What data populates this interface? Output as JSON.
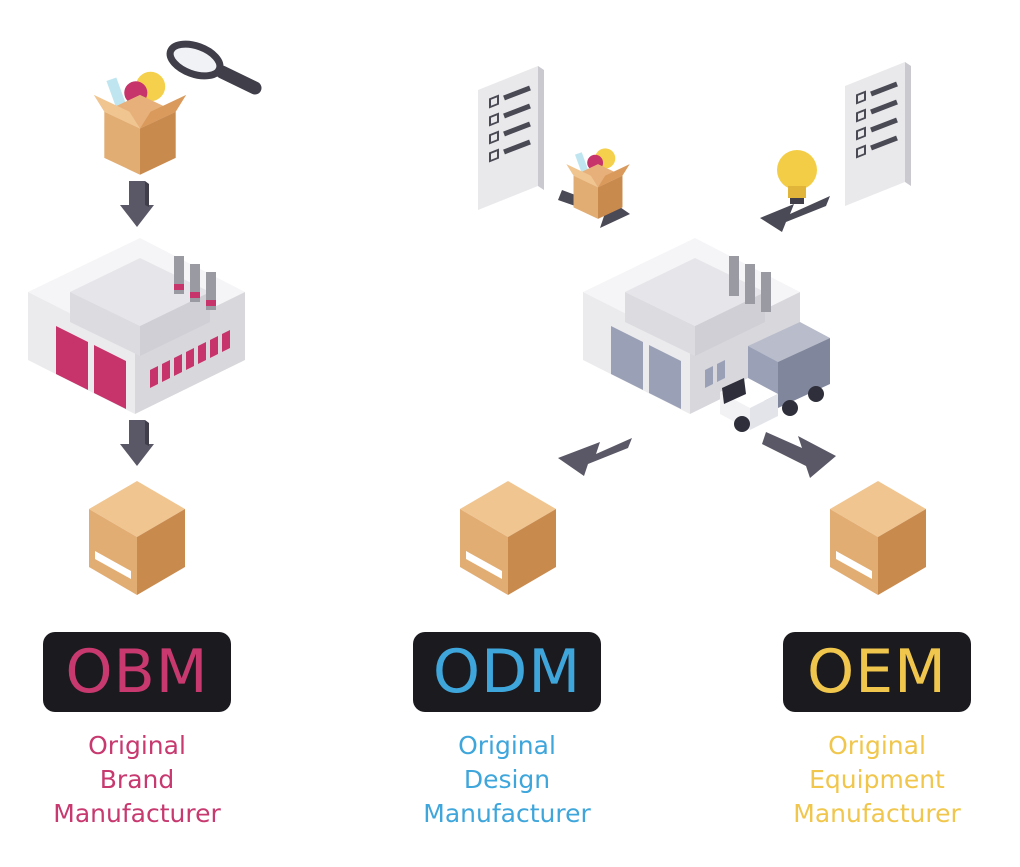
{
  "colors": {
    "obm": "#c7396f",
    "odm": "#3fa6dc",
    "oem": "#f0c64c",
    "badge_bg": "#1b1a1f",
    "arrow": "#5a5866",
    "box_left": "#e2ad73",
    "box_right": "#c98a4e",
    "box_top": "#f0c590",
    "factory_wall": "#f2f2f4",
    "factory_side": "#dcdce0",
    "obm_door": "#c7336b",
    "odm_door": "#9aa0b6"
  },
  "icons": [
    "box-of-ideas-icon",
    "magnifier-icon",
    "factory-icon",
    "delivery-truck-icon",
    "document-checklist-icon",
    "lightbulb-icon",
    "arrow-icon",
    "cardboard-box-icon"
  ],
  "columns": [
    {
      "id": "obm",
      "acronym": "OBM",
      "name_lines": [
        "Original",
        "Brand",
        "Manufacturer"
      ]
    },
    {
      "id": "odm",
      "acronym": "ODM",
      "name_lines": [
        "Original",
        "Design",
        "Manufacturer"
      ]
    },
    {
      "id": "oem",
      "acronym": "OEM",
      "name_lines": [
        "Original",
        "Equipment",
        "Manufacturer"
      ]
    }
  ]
}
